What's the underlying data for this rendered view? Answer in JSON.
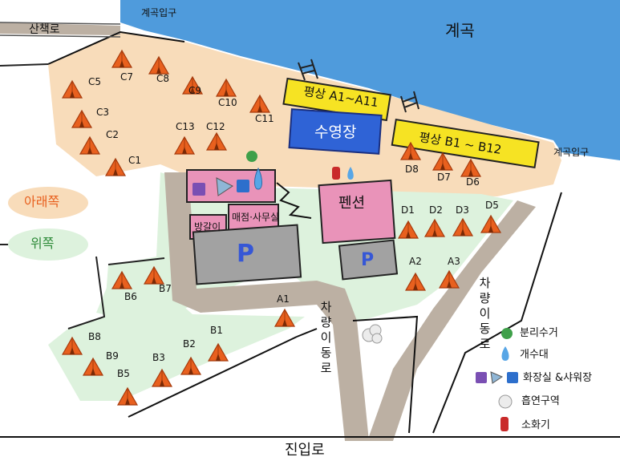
{
  "map": {
    "water_label": "계곡",
    "trail_label": "산책로",
    "valley_entrance_top": "계곡입구",
    "valley_entrance_right": "계곡입구",
    "deck_a": "평상 A1~A11",
    "deck_b": "평상 B1 ~ B12",
    "pool": "수영장",
    "pension": "펜션",
    "bungalow": "방갈이",
    "store_office": "매점·사무실",
    "parking_main": "P",
    "parking_small": "P",
    "road_main": "진입로",
    "road_center": "차량이동로",
    "road_right": "차량이동로",
    "zones": {
      "lower": "아래쪽",
      "upper": "위쪽"
    }
  },
  "sites": [
    "C5",
    "C7",
    "C8",
    "C9",
    "C10",
    "C11",
    "C3",
    "C2",
    "C1",
    "C13",
    "C12",
    "D8",
    "D7",
    "D6",
    "D1",
    "D2",
    "D3",
    "D5",
    "A2",
    "A3",
    "A1",
    "B6",
    "B7",
    "B8",
    "B9",
    "B5",
    "B3",
    "B2",
    "B1"
  ],
  "legend": {
    "recycle": "분리수거",
    "water": "개수대",
    "restroom": "화장실 &샤워장",
    "smoking": "흡연구역",
    "extinguisher": "소화기"
  },
  "colors": {
    "water": "#4f9bdc",
    "lower_zone": "#f8dcba",
    "upper_zone": "#ddf2dd",
    "road": "#bcb0a3",
    "deck": "#f6e323",
    "pool": "#2f63d6",
    "building": "#e993b9",
    "parking": "#a2a2a2",
    "tent": "#e8601e"
  }
}
